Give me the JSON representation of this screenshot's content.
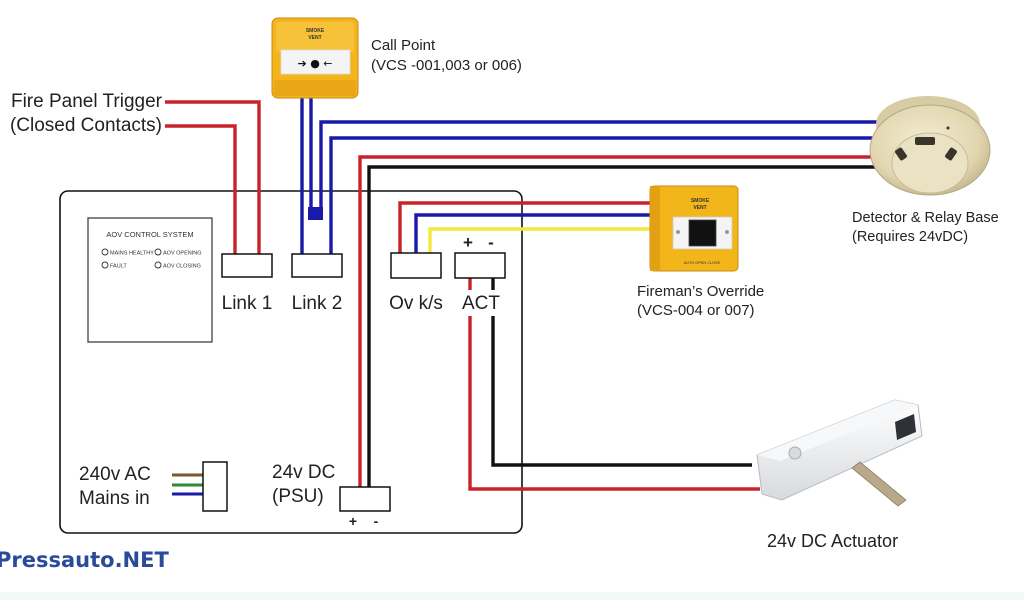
{
  "diagram": {
    "title": "AOV Control System Wiring Diagram",
    "watermark": "Pressauto.NET",
    "colors": {
      "wire_red": "#c8232b",
      "wire_blue": "#1a1aa8",
      "wire_black": "#111111",
      "wire_yellow": "#f2ea3a",
      "wire_brown": "#7a5a2a",
      "wire_green": "#2e8b2e",
      "device_yellow": "#f4b41c",
      "detector_cream": "#e6dcb8",
      "actuator_white": "#eef0f2",
      "watermark_blue": "#2a4a9a"
    },
    "fire_panel": {
      "line1": "Fire Panel Trigger",
      "line2": "(Closed Contacts)"
    },
    "call_point": {
      "label_line1": "Call Point",
      "label_line2": "(VCS -001,003 or 006)",
      "device_text_line1": "SMOKE",
      "device_text_line2": "VENT",
      "symbol": "➔ ● ←"
    },
    "detector": {
      "label_line1": "Detector & Relay Base",
      "label_line2": "(Requires 24vDC)"
    },
    "firemans_override": {
      "label_line1": "Fireman’s Override",
      "label_line2": "(VCS-004 or 007)",
      "device_text_line1": "SMOKE",
      "device_text_line2": "VENT",
      "device_footer": "AUTO OPEN CLOSE"
    },
    "actuator": {
      "label": "24v DC Actuator"
    },
    "control_panel": {
      "title": "AOV CONTROL SYSTEM",
      "indicators": [
        {
          "label": "MAINS HEALTHY"
        },
        {
          "label": "AOV OPENING"
        },
        {
          "label": "FAULT"
        },
        {
          "label": "AOV CLOSING"
        }
      ]
    },
    "terminals": {
      "link1": "Link 1",
      "link2": "Link 2",
      "override": "Ov k/s",
      "act": "ACT",
      "act_plus": "+",
      "act_minus": "-",
      "psu_plus": "+",
      "psu_minus": "-"
    },
    "mains": {
      "line1": "240v AC",
      "line2": "Mains in"
    },
    "psu": {
      "line1": "24v DC",
      "line2": "(PSU)"
    }
  }
}
